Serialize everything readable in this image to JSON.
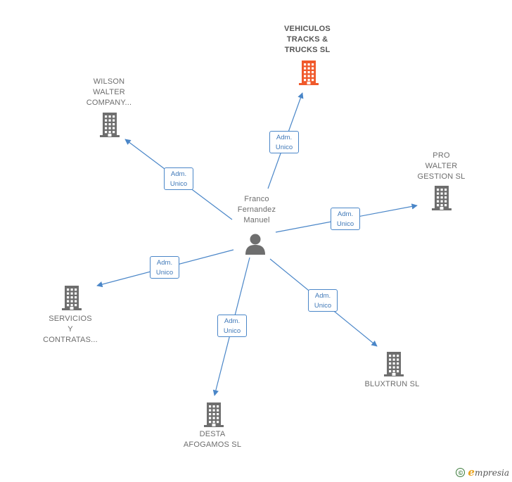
{
  "center": {
    "name": "Franco\nFernandez\nManuel",
    "icon": "person-icon"
  },
  "nodes": [
    {
      "id": "vehiculos",
      "name": "VEHICULOS\nTRACKS &\nTRUCKS SL",
      "highlight": true,
      "icon": "building-icon",
      "color": "#f0592b"
    },
    {
      "id": "wilson",
      "name": "WILSON\nWALTER\nCOMPANY...",
      "highlight": false,
      "icon": "building-icon",
      "color": "#6e6e6e"
    },
    {
      "id": "pro",
      "name": "PRO\nWALTER\nGESTION SL",
      "highlight": false,
      "icon": "building-icon",
      "color": "#6e6e6e"
    },
    {
      "id": "servicios",
      "name": "SERVICIOS\nY\nCONTRATAS...",
      "highlight": false,
      "icon": "building-icon",
      "color": "#6e6e6e"
    },
    {
      "id": "bluxtrun",
      "name": "BLUXTRUN SL",
      "highlight": false,
      "icon": "building-icon",
      "color": "#6e6e6e"
    },
    {
      "id": "desta",
      "name": "DESTA\nAFOGAMOS SL",
      "highlight": false,
      "icon": "building-icon",
      "color": "#6e6e6e"
    }
  ],
  "edges": [
    {
      "to": "vehiculos",
      "label": "Adm.\nUnico"
    },
    {
      "to": "wilson",
      "label": "Adm.\nUnico"
    },
    {
      "to": "pro",
      "label": "Adm.\nUnico"
    },
    {
      "to": "servicios",
      "label": "Adm.\nUnico"
    },
    {
      "to": "bluxtrun",
      "label": "Adm.\nUnico"
    },
    {
      "to": "desta",
      "label": "Adm.\nUnico"
    }
  ],
  "colors": {
    "edge": "#4a86c8",
    "highlight": "#f0592b",
    "node": "#6e6e6e"
  },
  "footer": {
    "copyright": "©",
    "brand_initial": "e",
    "brand_rest": "mpresia"
  }
}
